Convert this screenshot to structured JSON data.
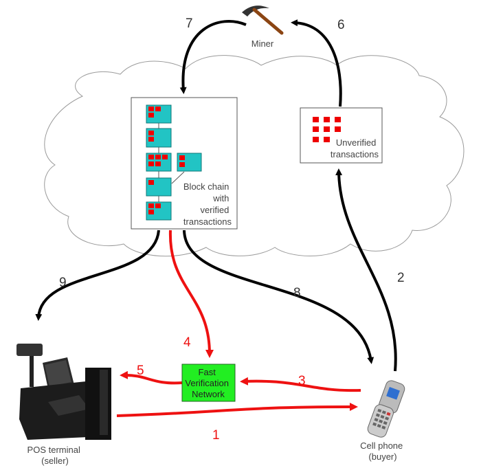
{
  "miner": {
    "label": "Miner"
  },
  "blockchain": {
    "label_lines": [
      "Block chain",
      "with",
      "verified",
      "transactions"
    ]
  },
  "unverified": {
    "label_lines": [
      "Unverified",
      "transactions"
    ]
  },
  "fvn": {
    "label_lines": [
      "Fast",
      "Verification",
      "Network"
    ],
    "color": "#22ee22"
  },
  "pos": {
    "label_lines": [
      "POS terminal",
      "(seller)"
    ]
  },
  "phone": {
    "label_lines": [
      "Cell phone",
      "(buyer)"
    ]
  },
  "steps": {
    "s1": "1",
    "s2": "2",
    "s3": "3",
    "s4": "4",
    "s5": "5",
    "s6": "6",
    "s7": "7",
    "s8": "8",
    "s9": "9"
  },
  "colors": {
    "block": "#22c4c4",
    "transaction": "#e00000",
    "red_arrow": "#ee1111",
    "black_arrow": "#000000"
  }
}
